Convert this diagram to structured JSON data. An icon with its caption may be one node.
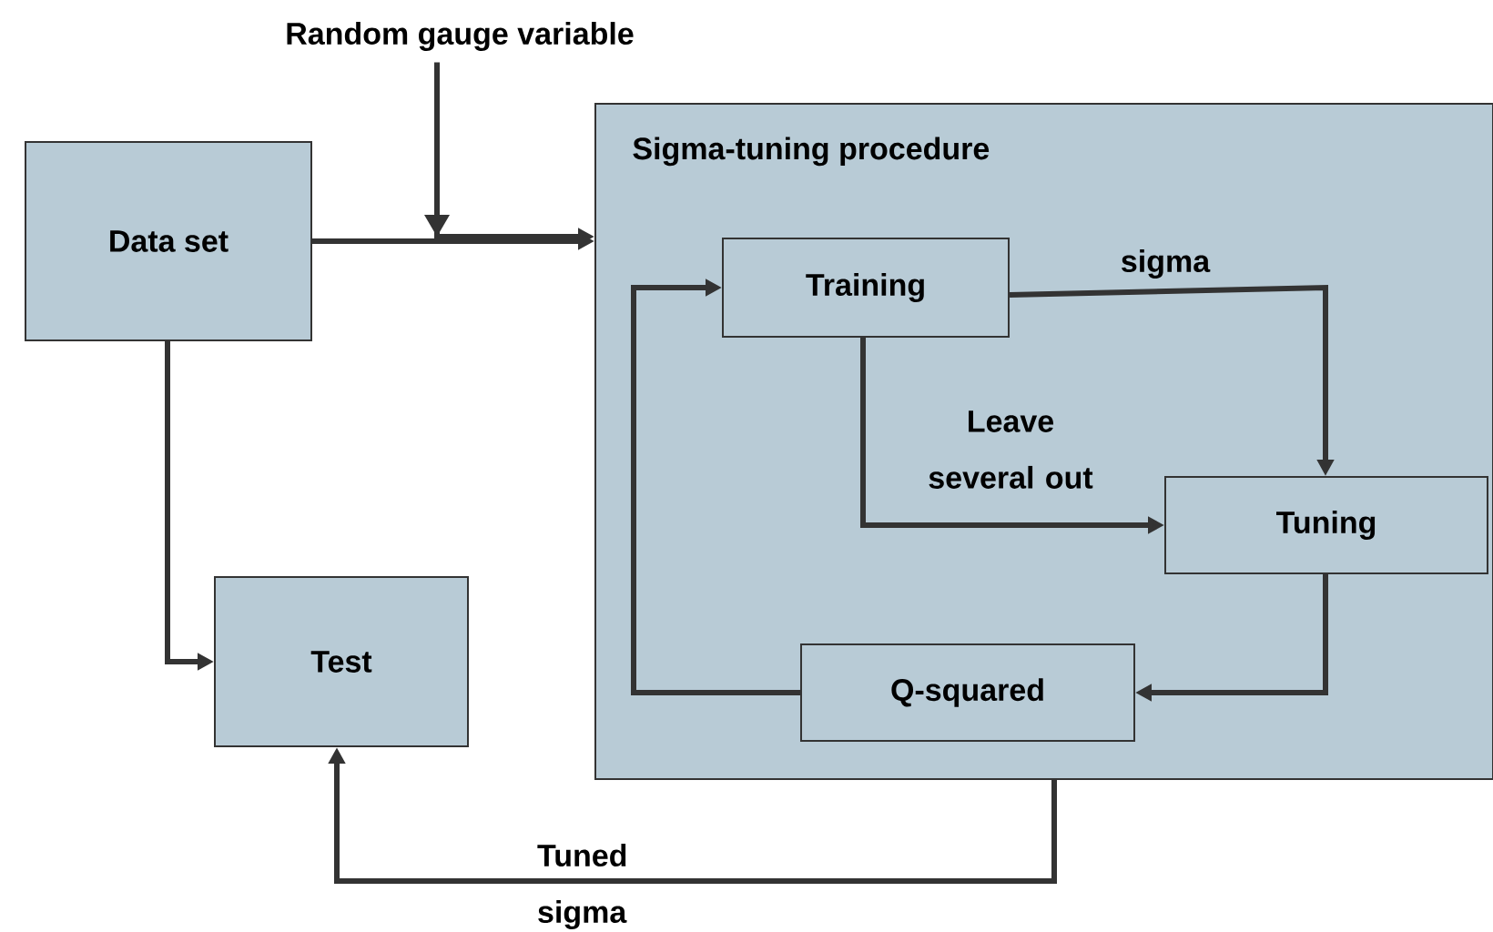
{
  "diagram": {
    "nodes": [
      {
        "text": [
          "Data set"
        ]
      },
      {
        "text": [
          "Random gauge variable"
        ]
      },
      {
        "text": [
          "Test"
        ]
      },
      {
        "text": [
          "Sigma-tuning procedure"
        ]
      },
      {
        "text": [
          "Training"
        ],
        "in": 3
      },
      {
        "text": [
          "Tuning"
        ],
        "in": 3
      },
      {
        "text": [
          "Q-squared"
        ],
        "in": 3
      }
    ],
    "edges": [
      {
        "from": 0,
        "to": 3,
        "arrow": "to"
      },
      {
        "from": 1,
        "to": 3,
        "arrow": "to"
      },
      {
        "from": 0,
        "to": 2,
        "arrow": "to"
      },
      {
        "from": 4,
        "to": 5,
        "arrow": "to",
        "label": "sigma"
      },
      {
        "from": 4,
        "to": 5,
        "arrow": "to",
        "label": "Leave several out"
      },
      {
        "from": 5,
        "to": 6,
        "arrow": "to"
      },
      {
        "from": 6,
        "to": 4,
        "arrow": "to"
      },
      {
        "from": 3,
        "to": 2,
        "arrow": "to",
        "label": "Tuned sigma"
      }
    ]
  }
}
